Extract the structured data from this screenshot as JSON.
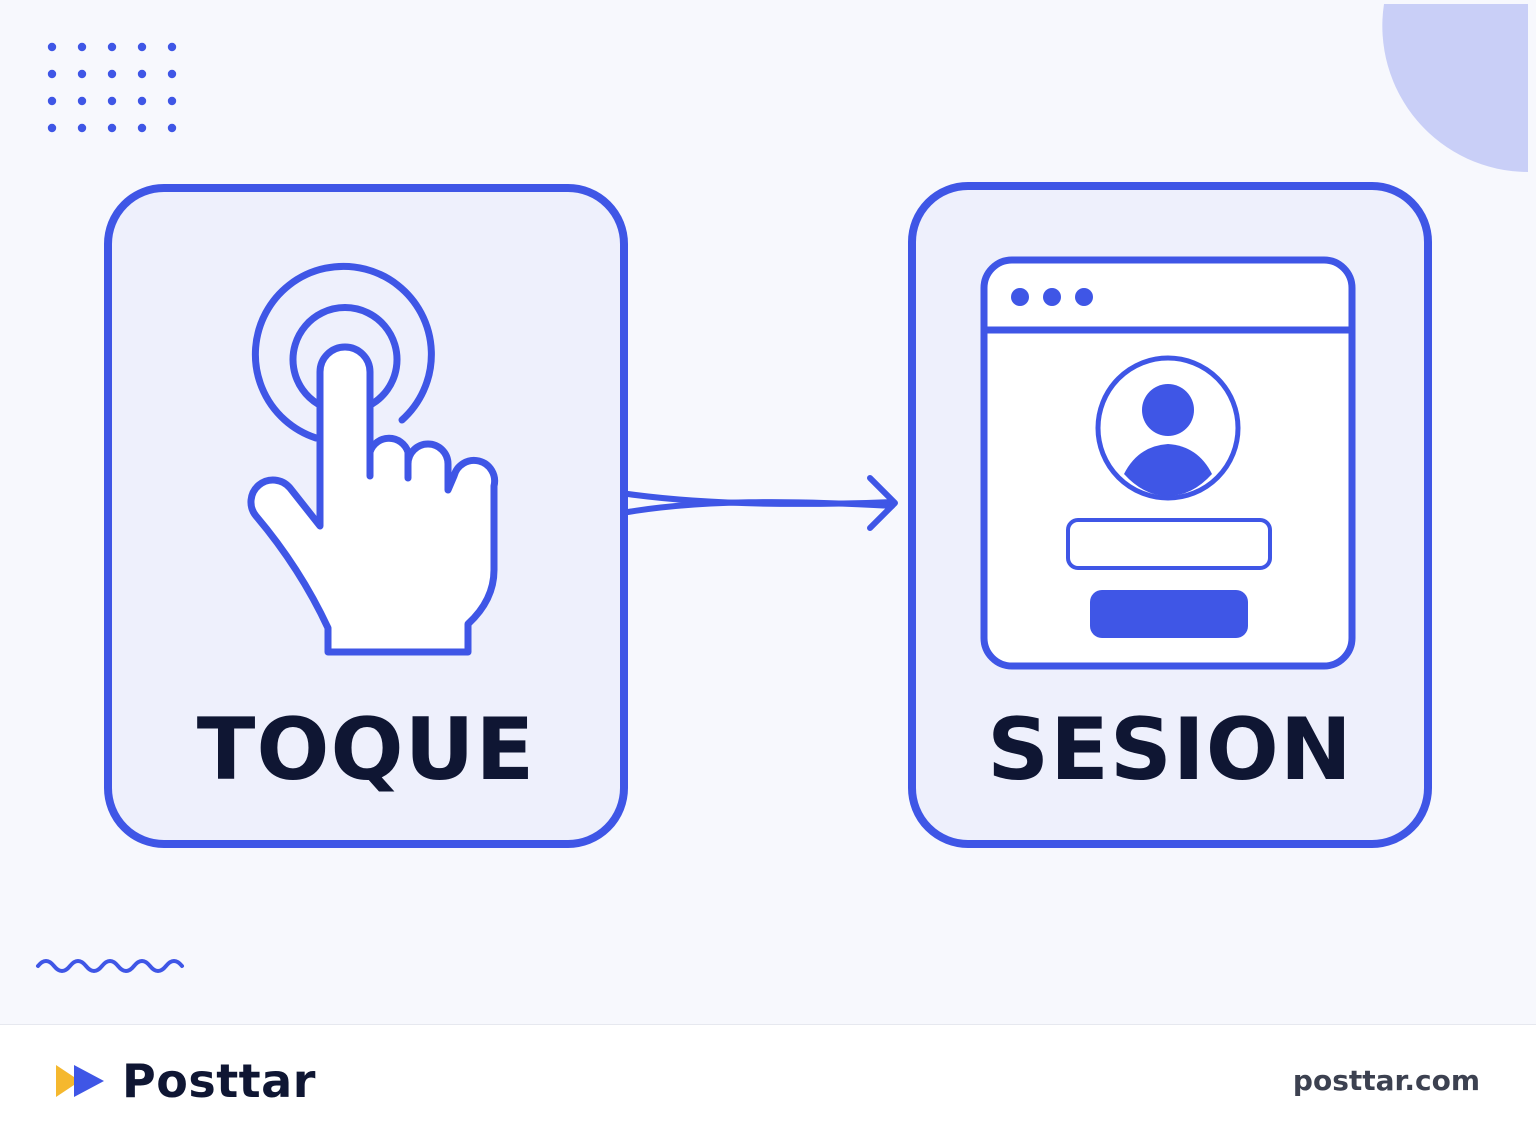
{
  "diagram": {
    "steps": [
      {
        "label": "TOQUE",
        "icon": "tap-hand-icon"
      },
      {
        "label": "SESION",
        "icon": "login-window-icon"
      }
    ],
    "connector": "arrow-right"
  },
  "footer": {
    "brand_name": "Posttar",
    "website": "posttar.com"
  },
  "colors": {
    "accent": "#3f56e6",
    "card_fill": "#eef0fc",
    "text_dark": "#0f1633",
    "corner_shape": "#c9cff7",
    "logo_yellow": "#f5b82e"
  }
}
